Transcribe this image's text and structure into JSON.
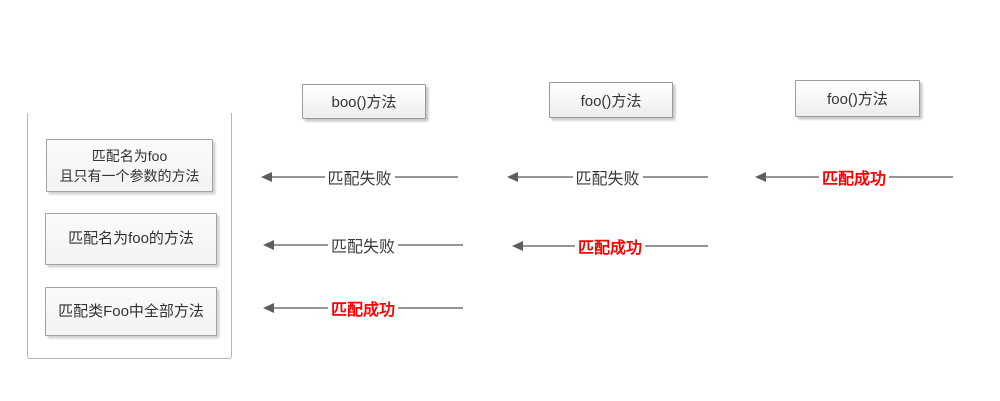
{
  "diagram": {
    "top_methods": [
      {
        "label": "boo()方法"
      },
      {
        "label": "foo()方法"
      },
      {
        "label": "foo()方法"
      }
    ],
    "matchers": [
      {
        "line1": "匹配名为foo",
        "line2": "且只有一个参数的方法"
      },
      {
        "line1": "匹配名为foo的方法"
      },
      {
        "line1": "匹配类Foo中全部方法"
      }
    ],
    "arrows": [
      {
        "label": "匹配失败",
        "status": "fail"
      },
      {
        "label": "匹配失败",
        "status": "fail"
      },
      {
        "label": "匹配成功",
        "status": "success"
      },
      {
        "label": "匹配失败",
        "status": "fail"
      },
      {
        "label": "匹配成功",
        "status": "success"
      },
      {
        "label": "匹配成功",
        "status": "success"
      }
    ],
    "colors": {
      "fail_text": "#3a3a3a",
      "success_text": "#ff0000",
      "arrow_line": "#969696",
      "arrow_head": "#5d5d5d",
      "box_border": "#9b9b9b",
      "container_border": "#b5b5b5"
    }
  }
}
